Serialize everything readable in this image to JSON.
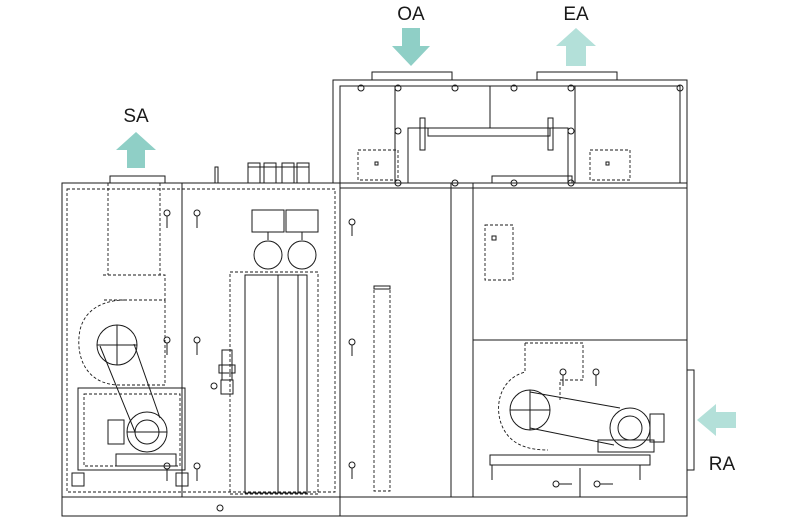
{
  "labels": {
    "supply_air": "SA",
    "outdoor_air": "OA",
    "exhaust_air": "EA",
    "return_air": "RA"
  },
  "colors": {
    "arrow": "#8fcfc6",
    "arrow_light": "#b3e0d9",
    "line": "#1a1a1a"
  }
}
